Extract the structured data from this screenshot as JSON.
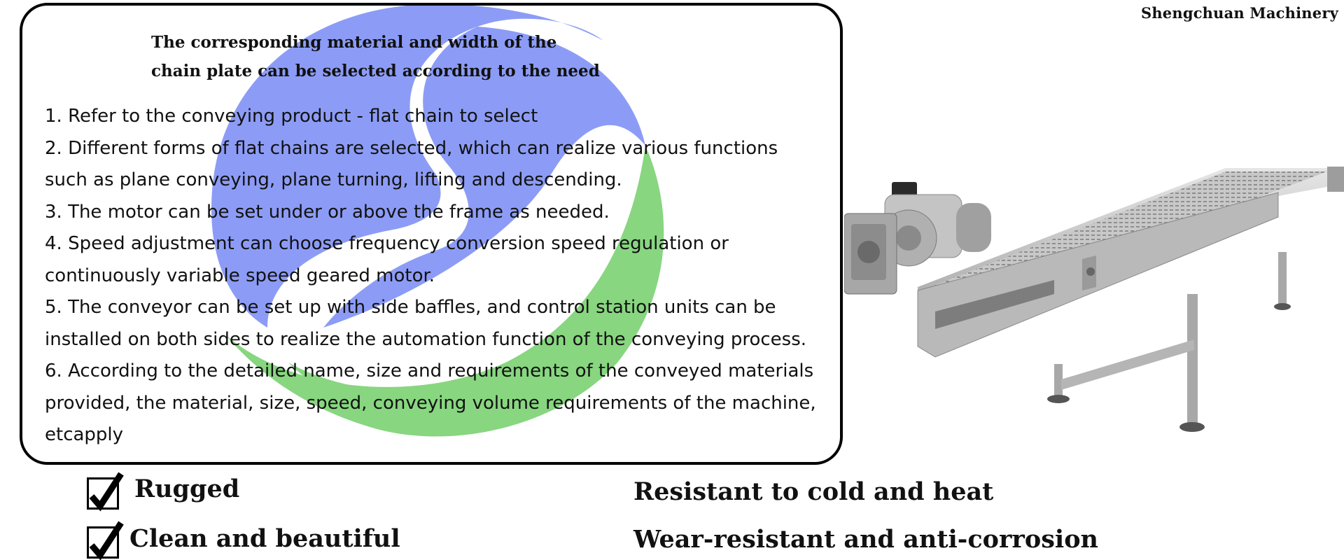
{
  "brand": "Shengchuan Machinery",
  "headline": {
    "line1": "The corresponding material and width of the",
    "line2": "chain plate can be selected according to the need"
  },
  "points": [
    "1. Refer to the conveying product - flat chain to select",
    "2. Different forms of flat chains are selected, which can realize various functions",
    "such as plane conveying, plane turning, lifting and descending.",
    "3. The motor can be set under or above the frame as needed.",
    "4. Speed adjustment can choose frequency conversion speed regulation or",
    "continuously variable speed geared motor.",
    "5. The conveyor can be set up with side baffles, and control station units can be",
    " installed on both sides to realize the automation function of the conveying process.",
    "6. According to the detailed name, size and requirements of the conveyed materials",
    "provided, the material, size, speed, conveying volume requirements of the machine,",
    "etcapply"
  ],
  "features": {
    "rugged": "Rugged",
    "clean": "Clean and beautiful",
    "cold_heat": "Resistant to cold and heat",
    "wear": "Wear-resistant and anti-corrosion"
  },
  "colors": {
    "logo_blue": "#8c9cf6",
    "logo_green": "#88d680",
    "border": "#000000"
  },
  "icons": {
    "checkbox": "checkmark-box-icon",
    "logo": "s-logo-icon",
    "product": "conveyor-machine-image"
  }
}
